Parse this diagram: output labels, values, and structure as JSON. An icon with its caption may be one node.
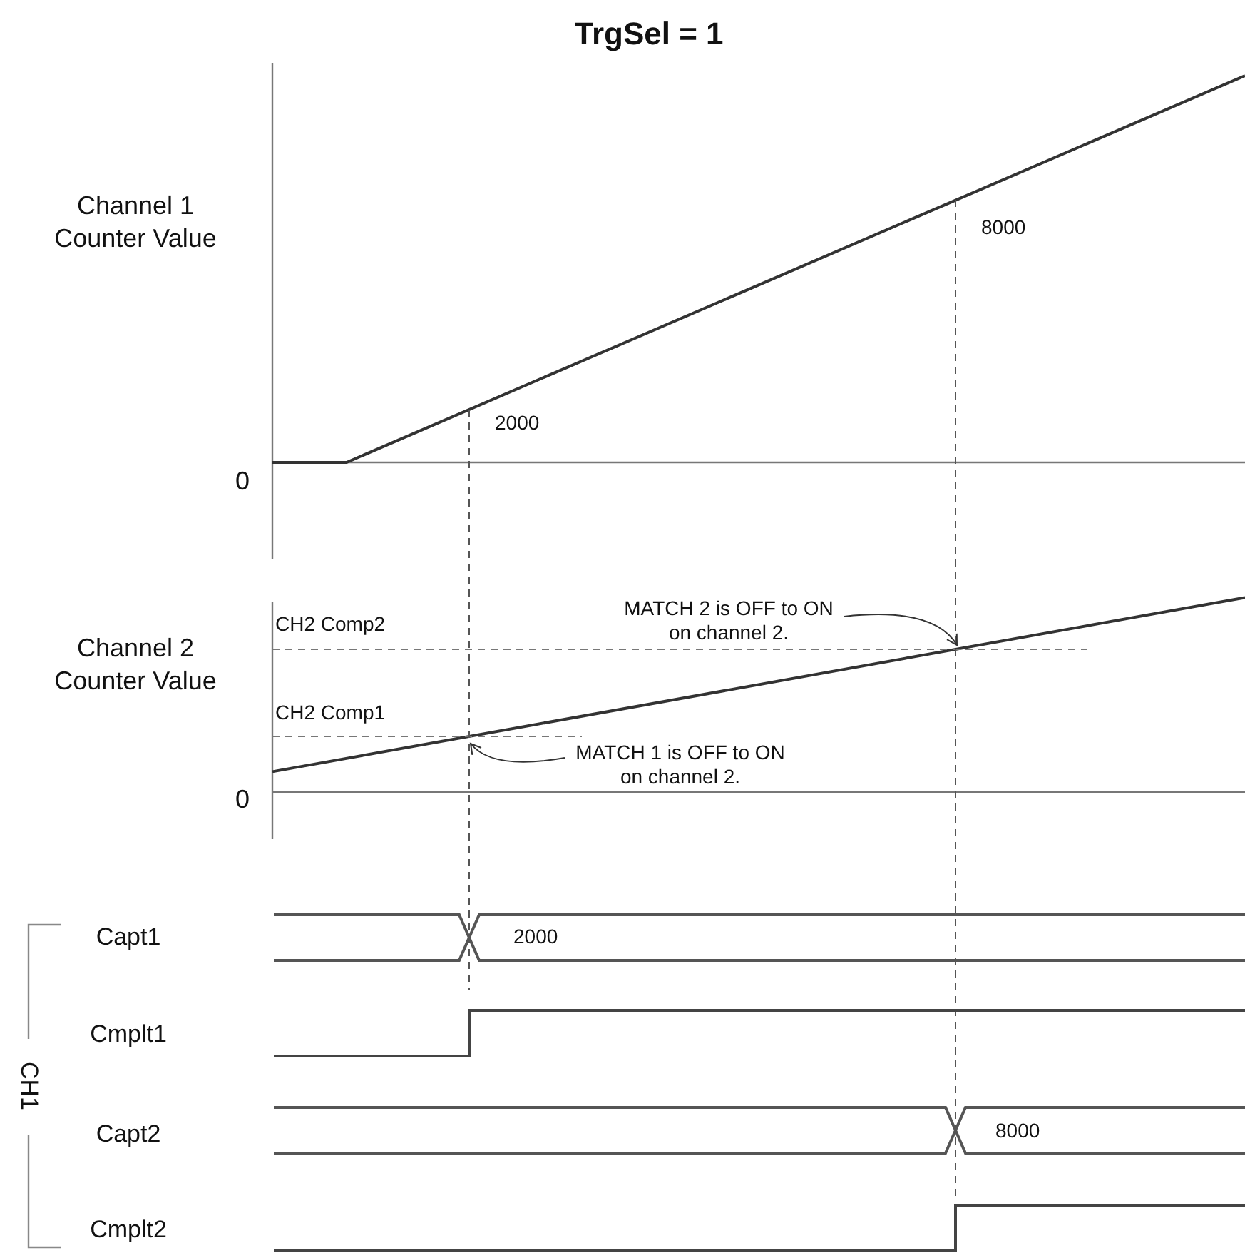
{
  "diagram": {
    "title": "TrgSel = 1",
    "nodes": [
      {
        "text": [
          "MATCH 2 is OFF to ON on channel 2."
        ]
      },
      {
        "text": [
          "MATCH 1 is OFF to ON on channel 2."
        ]
      }
    ],
    "edges": [
      {
        "from": 0,
        "to": null,
        "arrow": "to"
      },
      {
        "from": 1,
        "to": null,
        "arrow": "to"
      }
    ],
    "labels": [
      "8000",
      "Channel 1 Counter Value",
      "2000",
      "0",
      "CH2 Comp2",
      "Channel 2 Counter Value",
      "CH2 Comp1",
      "0",
      "Capt1",
      "2000",
      "Cmplt1",
      "CH1",
      "Capt2",
      "8000",
      "Cmplt2"
    ]
  }
}
